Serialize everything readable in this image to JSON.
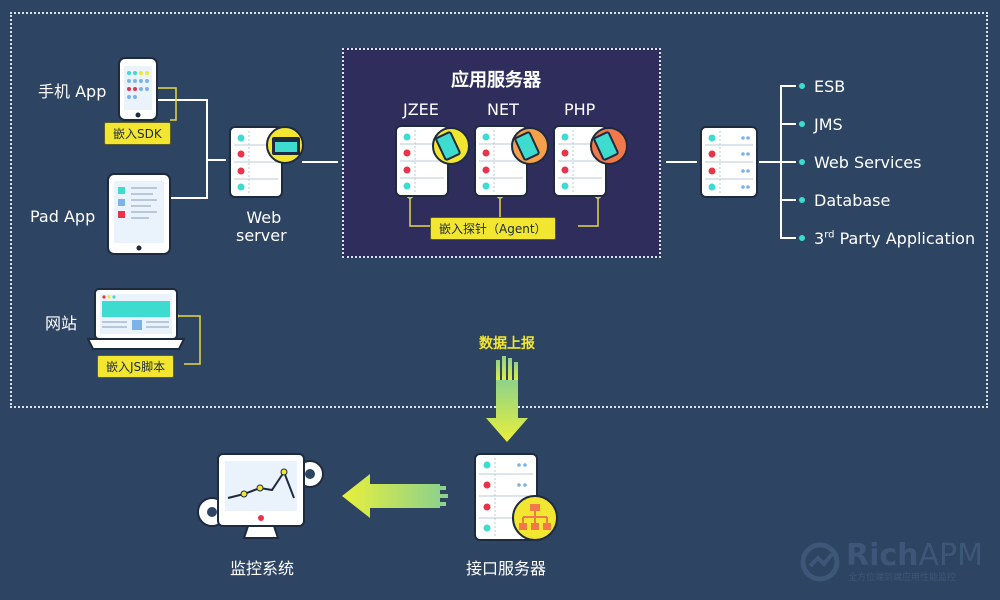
{
  "clients": {
    "mobile_app": "手机 App",
    "mobile_sdk_tag": "嵌入SDK",
    "pad_app": "Pad App",
    "website": "网站",
    "website_tag": "嵌入JS脚本"
  },
  "web_server": {
    "line1": "Web",
    "line2": "server"
  },
  "app_servers": {
    "title": "应用服务器",
    "jzee": "JZEE",
    "net": "NET",
    "php": "PHP",
    "agent_tag": "嵌入探针（Agent）"
  },
  "backend_services": [
    "ESB",
    "JMS",
    "Web Services",
    "Database"
  ],
  "third_party": {
    "base": "3",
    "sup": "rd",
    "rest": " Party Application"
  },
  "upload_label": "数据上报",
  "interface_server": "接口服务器",
  "monitoring_system": "监控系统",
  "brand": {
    "name_rich": "Rich",
    "name_apm": "APM",
    "slogan": "全方位端到端应用性能监控"
  },
  "colors": {
    "background": "#2d4462",
    "app_box": "#2e2d5c",
    "tag_yellow": "#f3e631",
    "teal_dot": "#3ddbd0",
    "red_dot": "#e8334a",
    "arrow_yellow": "#e6ef2e"
  }
}
